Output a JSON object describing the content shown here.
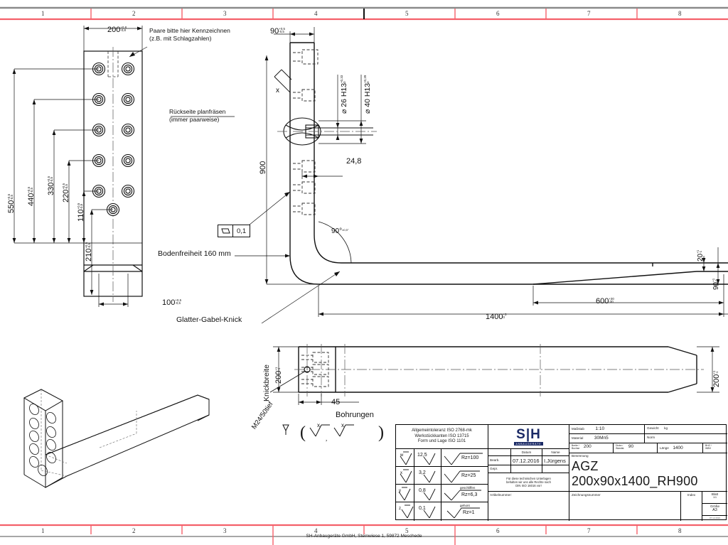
{
  "drawing": {
    "frame": {
      "column_numbers": [
        "1",
        "2",
        "3",
        "4",
        "5",
        "6",
        "7",
        "8"
      ],
      "accent_color": "#f4616a",
      "footer": "SH-Anbaugeräte GmbH, Steinwiese 1, 59872 Meschede"
    },
    "front_view": {
      "width_dim": "200",
      "width_tol_upper": "+0,8",
      "width_tol_lower": "-0,8",
      "note_mark": "Paare bitte hier Kennzeichnen\n(z.B. mit Schlagzahlen)",
      "note_mark_line1": "Paare bitte hier Kennzeichnen",
      "note_mark_line2": "(z.B. mit Schlagzahlen)",
      "note_mill": "Rückseite planfräsen",
      "note_mill_line2": "(immer paarweise)",
      "hole_dims": [
        {
          "value": "550",
          "tol_up": "+0,5",
          "tol_lo": "-0,5"
        },
        {
          "value": "440",
          "tol_up": "+0,5",
          "tol_lo": "-0,5"
        },
        {
          "value": "330",
          "tol_up": "+0,5",
          "tol_lo": "-0,5"
        },
        {
          "value": "220",
          "tol_up": "+0,5",
          "tol_lo": "-0,5"
        },
        {
          "value": "110",
          "tol_up": "+0,5",
          "tol_lo": "-0,5"
        },
        {
          "value": "210",
          "tol_up": "+0,5",
          "tol_lo": "-0,5"
        }
      ],
      "bottom_dim": "100",
      "bottom_tol_up": "+0,5",
      "bottom_tol_lo": "-0,5"
    },
    "side_view": {
      "thickness_dim": "90",
      "thickness_tol_up": "+0,5",
      "thickness_tol_lo": "-0,5",
      "bore_1": "⌀ 26 H13",
      "bore_1_tol_up": "+0,33",
      "bore_1_tol_lo": "0",
      "bore_2": "⌀ 40 H13",
      "bore_2_tol_up": "+0,39",
      "bore_2_tol_lo": "0",
      "offset_dim": "24,8",
      "height_dim": "900",
      "flatness_value": "0,1",
      "flatness_symbol": "parallelogram",
      "angle_dim": "90°",
      "angle_tol": "±0,5°",
      "ground_clearance": "Bodenfreiheit 160 mm",
      "bend_note": "Glatter-Gabel-Knick",
      "length_dim": "1400",
      "length_tol_up": "+3",
      "length_tol_lo": "0",
      "taper_dim": "600",
      "taper_tol_up": "+30",
      "taper_tol_lo": "-30",
      "tip_thickness": "20",
      "tip_tol_up": "+1",
      "tip_tol_lo": "-1",
      "blade_thickness": "90",
      "blade_tol_up": "+1",
      "blade_tol_lo": "-1",
      "surface_mark_x": "x"
    },
    "top_view": {
      "knick_label": "Knickbreite",
      "knick_dim": "200",
      "knick_tol_up": "+1",
      "knick_tol_lo": "-1",
      "hole_offset": "45",
      "thread_note": "M24/50tief",
      "bohrungen_label": "Bohrungen",
      "tip_width": "200",
      "tip_tol_up": "+1",
      "tip_tol_lo": "-1"
    },
    "title_block": {
      "standards": [
        "Allgemeintoleranz ISO 2768-mk",
        "Werkstückkanten ISO 13715",
        "Form und Lage ISO 1101"
      ],
      "roughness_rows": [
        {
          "sym": "w",
          "ra": "12,5",
          "rz": "Rz=100",
          "note": ""
        },
        {
          "sym": "x",
          "ra": "3,2",
          "rz": "Rz=25",
          "note": ""
        },
        {
          "sym": "y",
          "ra": "0,8",
          "rz": "Rz=6,3",
          "note": "geschliffen"
        },
        {
          "sym": "z",
          "ra": "0,1",
          "rz": "Rz=1",
          "note": "gehont"
        }
      ],
      "logo_text": "S|H",
      "logo_sub": "ANBAUGERÄTE",
      "col_datum": "Datum",
      "col_name": "Name",
      "row_bearb": "Bearb.",
      "row_gepr": "Gepr.",
      "date": "07.12.2016",
      "name": "I.Jürgens",
      "rights": [
        "Für diese technischen Unterlagen",
        "behalten wir uns alle Rechte nach",
        "DIN ISO 16016 vor!"
      ],
      "artikelnummer_label": "Artikelnummer:",
      "zeichnungsnummer_label": "Zeichnungsnummer",
      "massstab_label": "Maßstab",
      "massstab_value": "1:10",
      "gewicht_label": "Gewicht",
      "gewicht_unit": "kg",
      "material_label": "Material",
      "material_value": "30Mn5",
      "norm_label": "Norm",
      "breite_label": "Breite /\nBuchse",
      "breite_label_l1": "Breite /",
      "breite_label_l2": "Buchse",
      "breite_value": "200",
      "dicke_label_l1": "Dicke /",
      "dicke_label_l2": "Wandst.",
      "dicke_value": "90",
      "laenge_label": "Länge",
      "laenge_value": "1400",
      "bhz_label_l1": "BHZ /",
      "bhz_label_l2": "WBH",
      "benennung_label": "Benennung",
      "part_name": "AGZ 200x90x1400_RH900",
      "index_label": "Index",
      "blatt_label": "Blatt",
      "blatt_value": "1/1",
      "groesse_label": "Größe",
      "groesse_value": "A3",
      "stamp_date": "07.12.2016"
    }
  }
}
